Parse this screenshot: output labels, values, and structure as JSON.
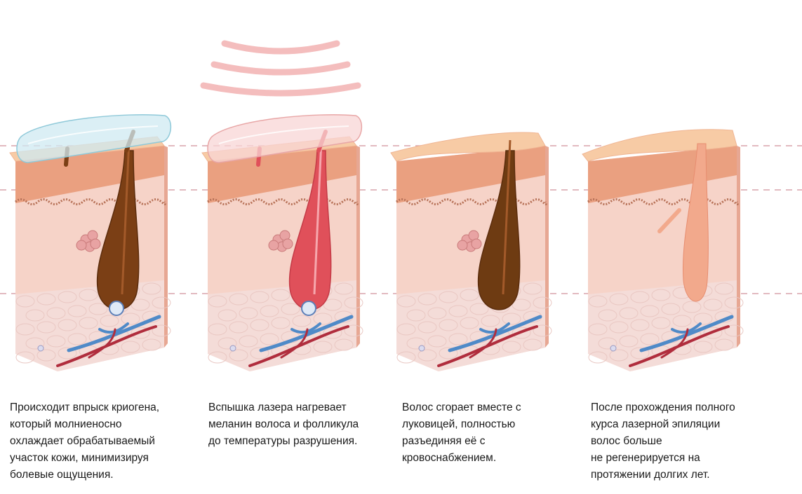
{
  "stages": [
    {
      "stage": "cooling",
      "lines": [
        "Происходит впрыск криогена,",
        "который молниеносно",
        "охлаждает обрабатываемый",
        "участок кожи, минимизируя",
        "болевые ощущения."
      ]
    },
    {
      "stage": "laser-flash",
      "lines": [
        "Вспышка лазера нагревает",
        "меланин волоса и фолликула",
        "до температуры разрушения."
      ]
    },
    {
      "stage": "hair-burned",
      "lines": [
        "Волос сгорает вместе с",
        "луковицей, полностью",
        "разъединяя её с",
        "кровоснабжением."
      ]
    },
    {
      "stage": "after-course",
      "lines": [
        "После прохождения полного",
        "курса лазерной эпиляции",
        "волос больше",
        "не регенерируется на",
        "протяжении долгих лет."
      ]
    }
  ],
  "colors": {
    "skin_top": "#f7cba5",
    "skin_side": "#f3c2b4",
    "epidermis": "#eaa080",
    "dermis_border": "#b77258",
    "dermis": "#f6d3c8",
    "fat": "#f4dcd8",
    "hair": "#7b3f15",
    "hair_hot": "#e0505a",
    "hair_burned": "#6e3b12",
    "follicle_empty": "#f2a98c",
    "vein": "#4f8ac8",
    "artery": "#b02d3d",
    "gland": "#e8a3a3",
    "cryo_gel": "#cfeaf2",
    "laser_gel": "#f8d6d6",
    "laser_waves": "#f2b1b1",
    "guide_line": "#d9a3ac"
  },
  "icons": {
    "cooling": "cryogen-gel-icon",
    "laser": "laser-waves-icon"
  }
}
